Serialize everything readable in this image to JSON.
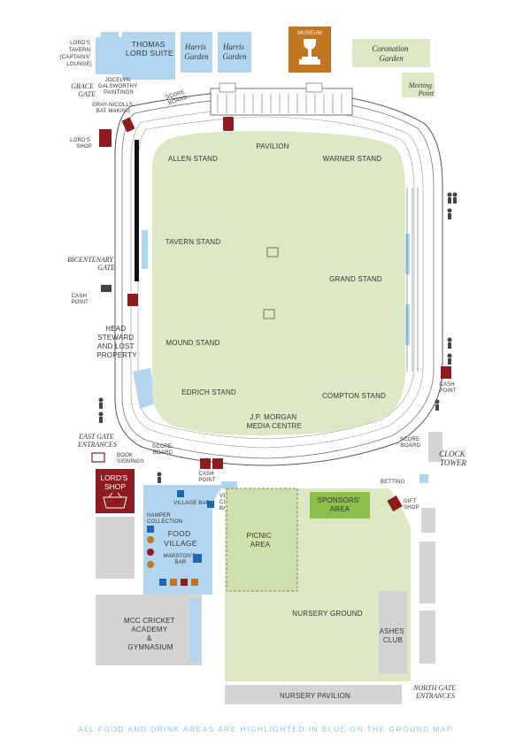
{
  "labels": {
    "lords_tavern": [
      "LORD'S",
      "TAVERN",
      "(CAPTAINS'",
      "LOUNGE)"
    ],
    "thomas_lord_suite": [
      "THOMAS",
      "LORD SUITE"
    ],
    "harris_garden_1": [
      "Harris",
      "Garden"
    ],
    "harris_garden_2": [
      "Harris",
      "Garden"
    ],
    "museum": "MUSEUM",
    "coronation_garden": [
      "Coronation",
      "Garden"
    ],
    "meeting_point": [
      "Meeting",
      "Point"
    ],
    "grace_gate": [
      "GRACE",
      "GATE"
    ],
    "jocelyn_galsworthy": [
      "JOCELYN",
      "GALSWORTHY",
      "PAINTINGS"
    ],
    "gray_nicolls": [
      "GRAY-NICOLLS",
      "BAT MAKING"
    ],
    "score_board_top": [
      "SCORE",
      "BOARD"
    ],
    "lords_shop_small": [
      "LORD'S",
      "SHOP"
    ],
    "pavilion": "PAVILION",
    "allen_stand": "ALLEN STAND",
    "warner_stand": "WARNER STAND",
    "tavern_stand": "TAVERN STAND",
    "grand_stand": "GRAND STAND",
    "mound_stand": "MOUND STAND",
    "edrich_stand": "EDRICH STAND",
    "compton_stand": "COMPTON STAND",
    "jp_morgan": [
      "J.P. MORGAN",
      "MEDIA CENTRE"
    ],
    "bicentenary_gate": [
      "BICENTENARY",
      "GATE"
    ],
    "cash_point_left": [
      "CASH",
      "POINT"
    ],
    "head_steward": [
      "HEAD",
      "STEWARD",
      "AND LOST",
      "PROPERTY"
    ],
    "cash_point_right": [
      "CASH",
      "POINT"
    ],
    "east_gate": [
      "EAST GATE",
      "ENTRANCES"
    ],
    "score_board_left": [
      "SCORE",
      "BOARD"
    ],
    "score_board_right": [
      "SCORE",
      "BOARD"
    ],
    "clock_tower": [
      "CLOCK",
      "TOWER"
    ],
    "book_signings": [
      "BOOK",
      "SIGNINGS"
    ],
    "lords_shop_big": [
      "LORD'S",
      "SHOP"
    ],
    "cash_point_bottom": [
      "CASH",
      "POINT"
    ],
    "village_bar": "VILLAGE BAR",
    "veuve_clicquot": [
      "VEUVE",
      "CLICQUOT",
      "BAR"
    ],
    "hamper_collection": [
      "HAMPER",
      "COLLECTION"
    ],
    "food_village": [
      "FOOD",
      "VILLAGE"
    ],
    "marstons_bar": [
      "MARSTON'S",
      "BAR"
    ],
    "betting": "BETTING",
    "gift_shop": [
      "GIFT",
      "SHOP"
    ],
    "sponsors_area": [
      "SPONSORS'",
      "AREA"
    ],
    "picnic_area": [
      "PICNIC",
      "AREA"
    ],
    "nursery_ground": "NURSERY GROUND",
    "ashes_club": [
      "ASHES",
      "CLUB"
    ],
    "mcc_academy": [
      "MCC CRICKET",
      "ACADEMY",
      "&",
      "GYMNASIUM"
    ],
    "nursery_pavilion": "NURSERY PAVILION",
    "north_gate": [
      "NORTH GATE",
      "ENTRANCES"
    ],
    "footer": "ALL FOOD AND DRINK AREAS ARE HIGHLIGHTED IN BLUE ON THE GROUND MAP"
  },
  "colors": {
    "food_blue": "#b3d6f0",
    "food_blue_dark": "#1f67b1",
    "field_green": "#dde9c4",
    "sponsor_green": "#8cbf4b",
    "museum_brown": "#c2761f",
    "shop_red": "#8e1b20",
    "grey": "#d4d4d4",
    "footer_blue": "#8fc3e8"
  },
  "icons": [
    "toilet-icon",
    "cash-point-icon",
    "trophy-icon",
    "shopping-basket-icon"
  ]
}
